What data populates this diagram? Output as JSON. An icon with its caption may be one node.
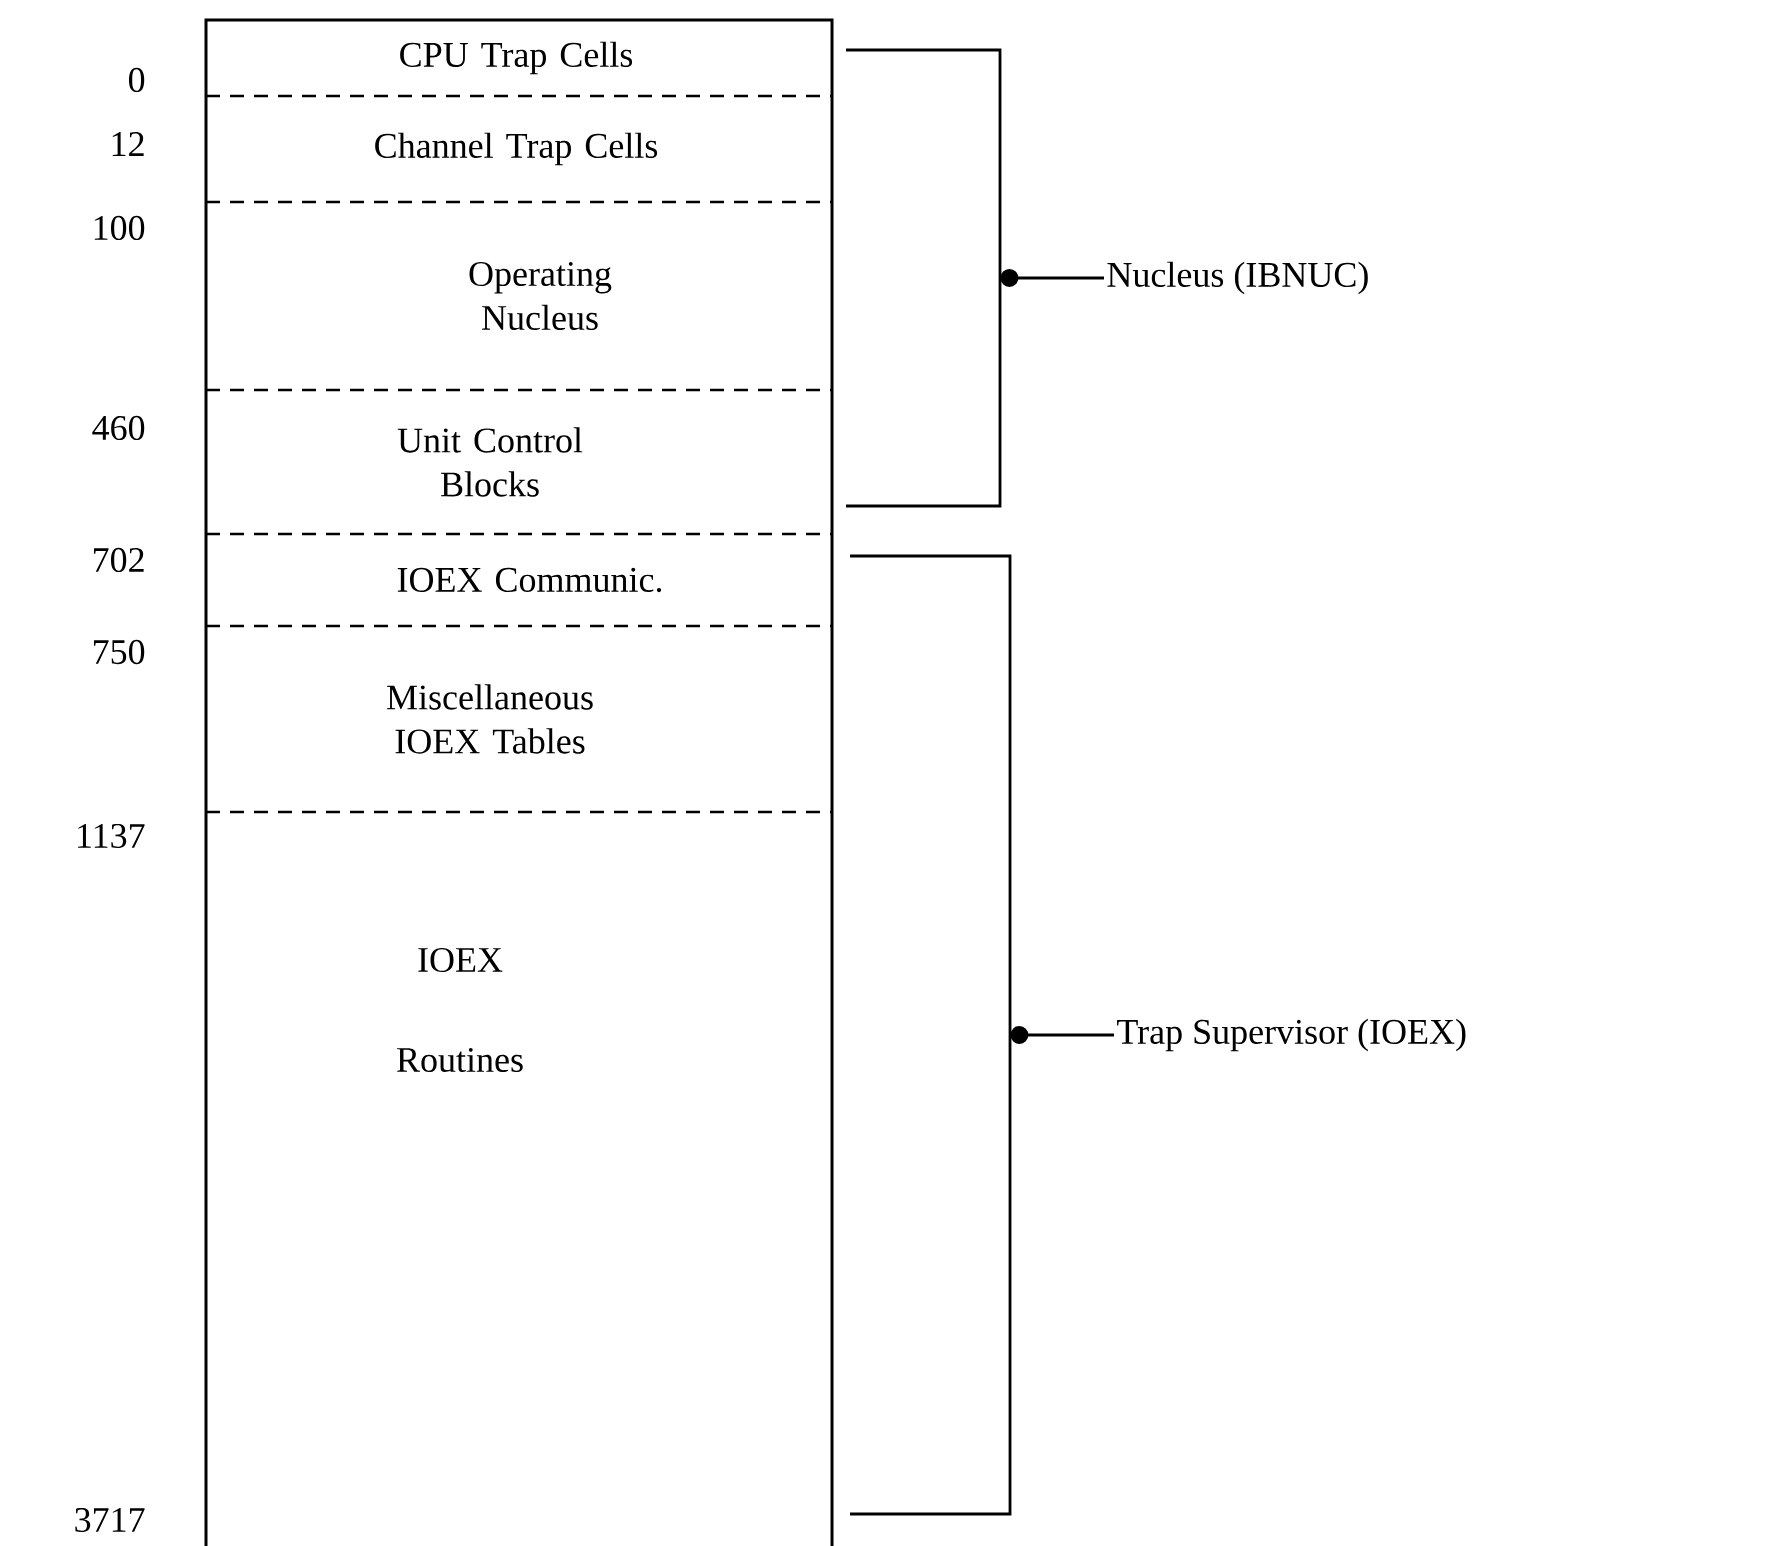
{
  "diagram": {
    "nodes": [
      {
        "text": [],
        "shape": "box"
      },
      {
        "text": [
          "CPU Trap Cells"
        ],
        "in": 0
      },
      {
        "text": [
          "Channel Trap Cells"
        ],
        "in": 0
      },
      {
        "text": [
          "Operating Nucleus"
        ],
        "in": 0
      },
      {
        "text": [
          "Unit Control Blocks"
        ],
        "in": 0
      },
      {
        "text": [
          "IOEX Communic."
        ],
        "in": 0
      },
      {
        "text": [
          "Miscellaneous IOEX Tables"
        ],
        "in": 0
      },
      {
        "text": [
          "IOEX Routines"
        ],
        "in": 0
      },
      {
        "text": [],
        "shape": "bracket"
      },
      {
        "text": [
          "Nucleus (IBNUC)"
        ]
      },
      {
        "text": [],
        "shape": "bracket"
      },
      {
        "text": [
          "Trap Supervisor (IOEX)"
        ]
      }
    ],
    "edges": [
      {
        "from": 9,
        "to": 8,
        "arrow": "other"
      },
      {
        "from": 11,
        "to": 10,
        "arrow": "other"
      }
    ],
    "labels": [
      "0",
      "12",
      "100",
      "460",
      "702",
      "750",
      "1137",
      "3717"
    ]
  }
}
